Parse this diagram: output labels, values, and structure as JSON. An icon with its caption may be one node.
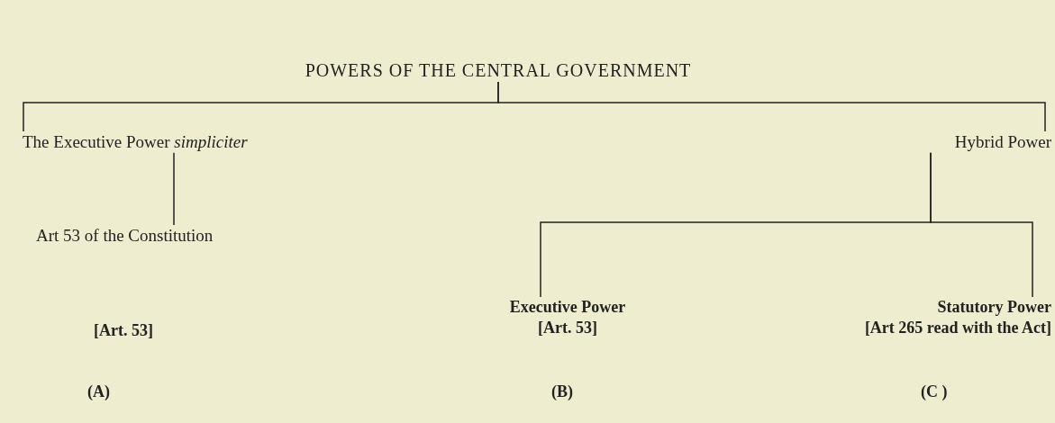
{
  "diagram": {
    "nodes": [
      {
        "text": [
          "POWERS OF THE CENTRAL GOVERNMENT"
        ]
      },
      {
        "text": [
          "The Executive Power *simpliciter*"
        ]
      },
      {
        "text": [
          "Hybrid Power"
        ]
      },
      {
        "text": [
          "Art 53 of the Constitution"
        ]
      },
      {
        "text": [
          "Executive Power",
          "[Art. 53]"
        ]
      },
      {
        "text": [
          "Statutory Power",
          "[Art 265 read with the Act]"
        ]
      }
    ],
    "edges": [
      {
        "from": 0,
        "to": 1,
        "arrow": "none"
      },
      {
        "from": 0,
        "to": 2,
        "arrow": "none"
      },
      {
        "from": 1,
        "to": 3,
        "arrow": "none"
      },
      {
        "from": 2,
        "to": 4,
        "arrow": "none"
      },
      {
        "from": 2,
        "to": 5,
        "arrow": "none"
      }
    ],
    "labels": [
      "[Art. 53]",
      "(A)",
      "(B)",
      "(C )"
    ]
  }
}
